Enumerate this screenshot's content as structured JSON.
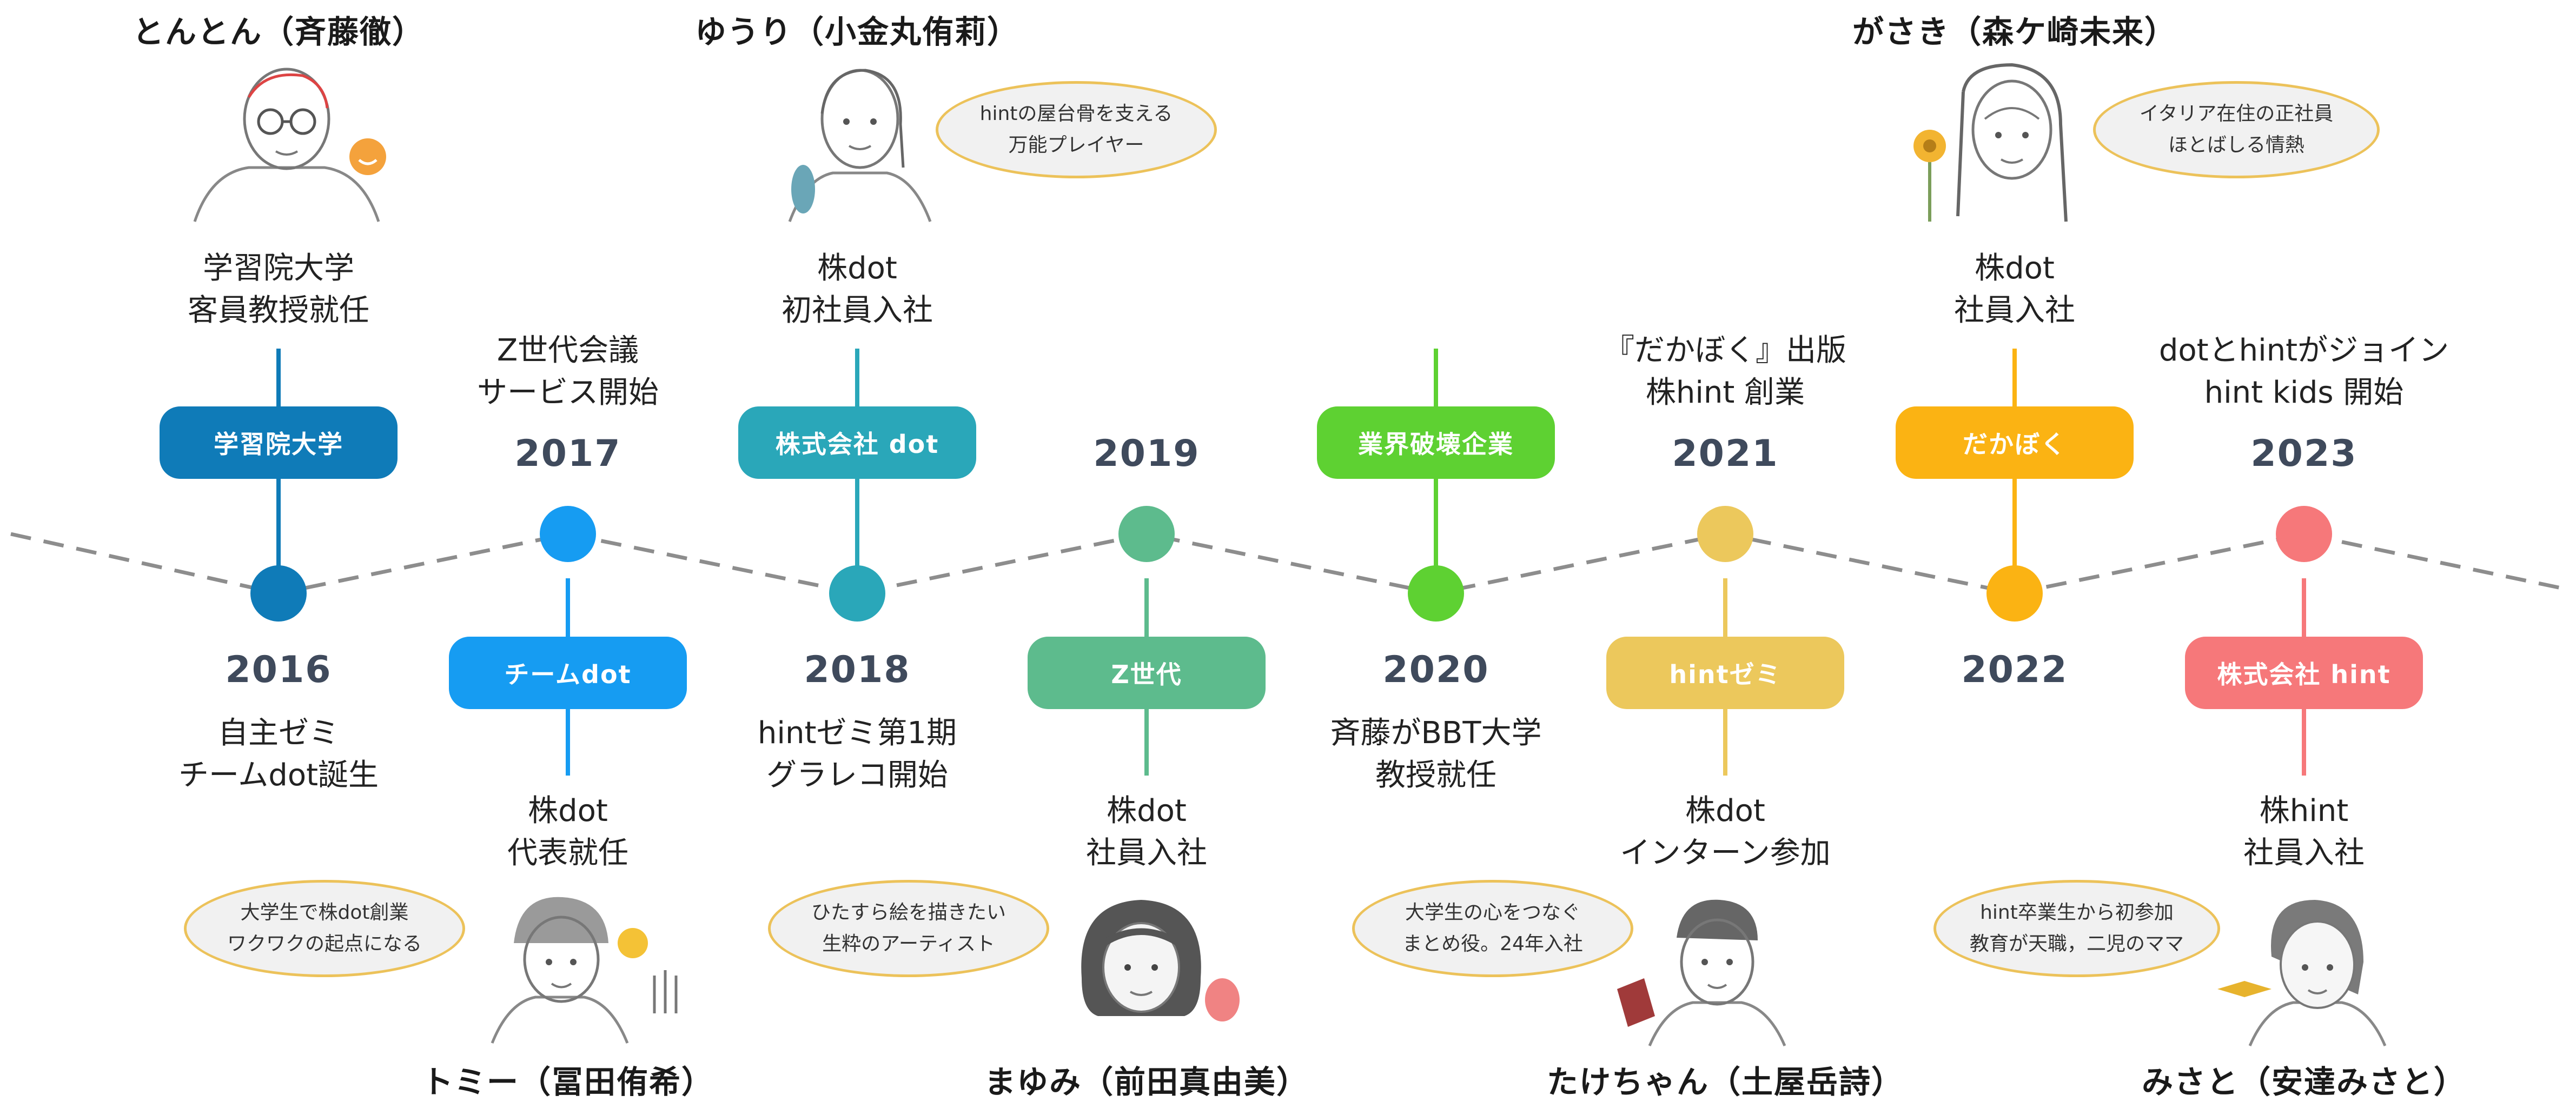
{
  "people": {
    "tonton": {
      "name": "とんとん（斉藤徹）"
    },
    "yuuri": {
      "name": "ゆうり（小金丸侑莉）",
      "bubble": [
        "hintの屋台骨を支える",
        "万能プレイヤー"
      ]
    },
    "gasaki": {
      "name": "がさき（森ケ崎未来）",
      "bubble": [
        "イタリア在住の正社員",
        "ほとばしる情熱"
      ]
    },
    "tommy": {
      "name": "トミー（冨田侑希）",
      "bubble": [
        "大学生で株dot創業",
        "ワクワクの起点になる"
      ]
    },
    "mayumi": {
      "name": "まゆみ（前田真由美）",
      "bubble": [
        "ひたすら絵を描きたい",
        "生粋のアーティスト"
      ]
    },
    "takechan": {
      "name": "たけちゃん（土屋岳詩）",
      "bubble": [
        "大学生の心をつなぐ",
        "まとめ役。24年入社"
      ]
    },
    "misato": {
      "name": "みさと（安達みさと）",
      "bubble": [
        "hint卒業生から初参加",
        "教育が天職，二児のママ"
      ]
    }
  },
  "milestones": [
    {
      "year": "2016",
      "color": "#0f7bb8",
      "tag": "学習院大学",
      "event": [
        "学習院大学",
        "客員教授就任"
      ],
      "event2": [
        "自主ゼミ",
        "チームdot誕生"
      ]
    },
    {
      "year": "2017",
      "color": "#169cf2",
      "tag": "チームdot",
      "event": [
        "Z世代会議",
        "サービス開始"
      ],
      "event2": [
        "株dot",
        "代表就任"
      ]
    },
    {
      "year": "2018",
      "color": "#2aa7b9",
      "tag": "株式会社 dot",
      "event": [
        "株dot",
        "初社員入社"
      ],
      "event2": [
        "hintゼミ第1期",
        "グラレコ開始"
      ]
    },
    {
      "year": "2019",
      "color": "#5dbb8d",
      "tag": "Z世代",
      "event": [
        "株dot",
        "社員入社"
      ]
    },
    {
      "year": "2020",
      "color": "#5ed132",
      "tag": "業界破壊企業",
      "event": [
        "斉藤がBBT大学",
        "教授就任"
      ]
    },
    {
      "year": "2021",
      "color": "#ecc85c",
      "tag": "hintゼミ",
      "event": [
        "『だかぼく』出版",
        "株hint 創業"
      ],
      "event2": [
        "株dot",
        "インターン参加"
      ]
    },
    {
      "year": "2022",
      "color": "#fbb313",
      "tag": "だかぼく",
      "event": [
        "株dot",
        "社員入社"
      ]
    },
    {
      "year": "2023",
      "color": "#f6787a",
      "tag": "株式会社 hint",
      "event": [
        "dotとhintがジョイン",
        "hint kids 開始"
      ],
      "event2": [
        "株hint",
        "社員入社"
      ]
    }
  ],
  "colors": {
    "timeline": "#8d8d8d",
    "bubble_border": "#ecc25a",
    "bubble_fill": "#f1f1f1",
    "year_text": "#3f4a5c"
  }
}
